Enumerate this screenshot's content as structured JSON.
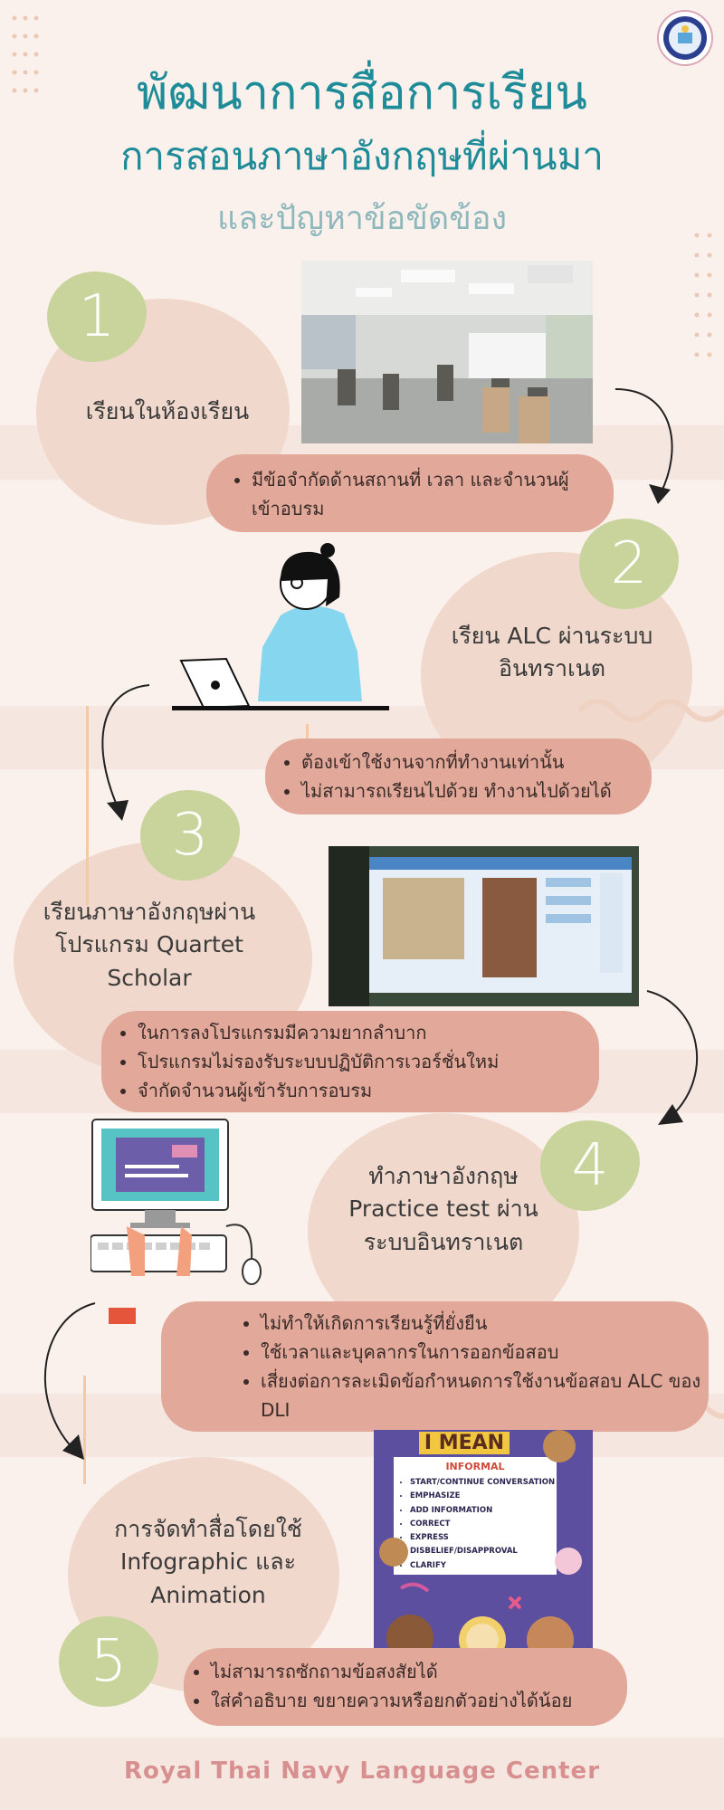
{
  "title": {
    "line1": "พัฒนาการสื่อการเรียน",
    "line2": "การสอนภาษาอังกฤษที่ผ่านมา",
    "line3": "และปัญหาข้อขัดข้อง"
  },
  "steps": [
    {
      "number": "1",
      "label": "เรียนในห้องเรียน",
      "bullets": [
        "มีข้อจำกัดด้านสถานที่ เวลา และจำนวนผู้เข้าอบรม"
      ]
    },
    {
      "number": "2",
      "label": "เรียน ALC ผ่านระบบอินทราเนต",
      "bullets": [
        "ต้องเข้าใช้งานจากที่ทำงานเท่านั้น",
        "ไม่สามารถเรียนไปด้วย ทำงานไปด้วยได้"
      ]
    },
    {
      "number": "3",
      "label": "เรียนภาษาอังกฤษผ่านโปรแกรม Quartet Scholar",
      "bullets": [
        "ในการลงโปรแกรมมีความยากลำบาก",
        "โปรแกรมไม่รองรับระบบปฏิบัติการเวอร์ชั่นใหม่",
        "จำกัดจำนวนผู้เข้ารับการอบรม"
      ]
    },
    {
      "number": "4",
      "label": "ทำภาษาอังกฤษ Practice test ผ่านระบบอินทราเนต",
      "bullets": [
        "ไม่ทำให้เกิดการเรียนรู้ที่ยั่งยืน",
        "ใช้เวลาและบุคลากรในการออกข้อสอบ",
        "เสี่ยงต่อการละเมิดข้อกำหนดการใช้งานข้อสอบ ALC ของ DLI"
      ]
    },
    {
      "number": "5",
      "label": "การจัดทำสื่อโดยใช้ Infographic และ Animation",
      "bullets": [
        "ไม่สามารถซักถามข้อสงสัยได้",
        "ใส่คำอธิบาย ขยายความหรือยกตัวอย่างได้น้อย"
      ]
    }
  ],
  "poster": {
    "title": "I MEAN",
    "subtitle": "INFORMAL",
    "items": [
      "START/CONTINUE CONVERSATION",
      "EMPHASIZE",
      "ADD INFORMATION",
      "CORRECT",
      "EXPRESS DISBELIEF/DISAPPROVAL",
      "CLARIFY"
    ]
  },
  "footer": "Royal Thai Navy Language Center",
  "colors": {
    "title": "#1e8c98",
    "subtitle": "#8fb8bd",
    "pill": "#e2a99a",
    "number_circle": "#c8d49c",
    "footer": "#d88f8f"
  }
}
